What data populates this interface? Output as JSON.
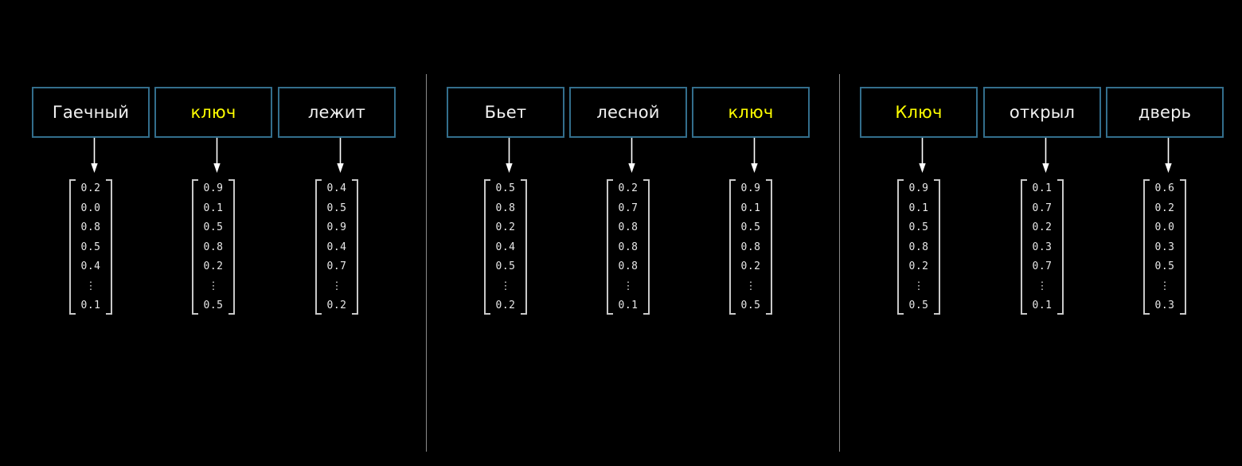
{
  "figure": {
    "background_color": "#000000",
    "box_border_color": "#336e8c",
    "text_color": "#f2f2f2",
    "highlight_color": "#ffff00",
    "separator_color": "#8a8a8a",
    "arrow_color": "#ffffff",
    "bracket_color": "#c8c8c8"
  },
  "groups": [
    {
      "id": "sentence-1",
      "tokens": [
        {
          "word": "Гаечный",
          "highlighted": false,
          "vector": [
            "0.2",
            "0.0",
            "0.8",
            "0.5",
            "0.4",
            "⋮",
            "0.1"
          ]
        },
        {
          "word": "ключ",
          "highlighted": true,
          "vector": [
            "0.9",
            "0.1",
            "0.5",
            "0.8",
            "0.2",
            "⋮",
            "0.5"
          ]
        },
        {
          "word": "лежит",
          "highlighted": false,
          "vector": [
            "0.4",
            "0.5",
            "0.9",
            "0.4",
            "0.7",
            "⋮",
            "0.2"
          ]
        }
      ]
    },
    {
      "id": "sentence-2",
      "tokens": [
        {
          "word": "Бьет",
          "highlighted": false,
          "vector": [
            "0.5",
            "0.8",
            "0.2",
            "0.4",
            "0.5",
            "⋮",
            "0.2"
          ]
        },
        {
          "word": "лесной",
          "highlighted": false,
          "vector": [
            "0.2",
            "0.7",
            "0.8",
            "0.8",
            "0.8",
            "⋮",
            "0.1"
          ]
        },
        {
          "word": "ключ",
          "highlighted": true,
          "vector": [
            "0.9",
            "0.1",
            "0.5",
            "0.8",
            "0.2",
            "⋮",
            "0.5"
          ]
        }
      ]
    },
    {
      "id": "sentence-3",
      "tokens": [
        {
          "word": "Ключ",
          "highlighted": true,
          "vector": [
            "0.9",
            "0.1",
            "0.5",
            "0.8",
            "0.2",
            "⋮",
            "0.5"
          ]
        },
        {
          "word": "открыл",
          "highlighted": false,
          "vector": [
            "0.1",
            "0.7",
            "0.2",
            "0.3",
            "0.7",
            "⋮",
            "0.1"
          ]
        },
        {
          "word": "дверь",
          "highlighted": false,
          "vector": [
            "0.6",
            "0.2",
            "0.0",
            "0.3",
            "0.5",
            "⋮",
            "0.3"
          ]
        }
      ]
    }
  ]
}
